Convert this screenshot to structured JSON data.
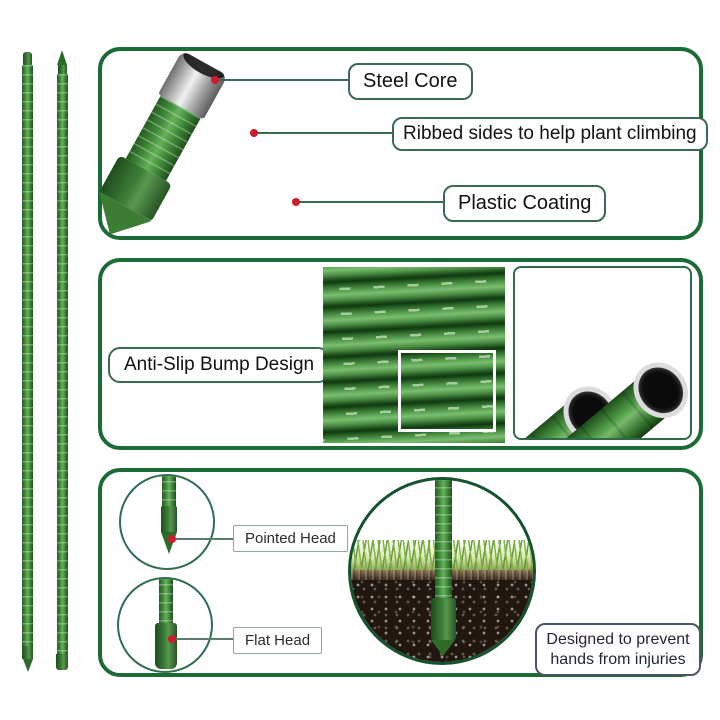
{
  "title": "Garden plant stake feature infographic",
  "colors": {
    "panel_border": "#1a6b35",
    "callout_border": "#3a6b52",
    "dot_red": "#cf1b2b",
    "stake_green_dark": "#245b21",
    "stake_green_light": "#67b15c",
    "soil_dark": "#201710",
    "steel_silver": "#c9c9c9"
  },
  "tip_panel": {
    "labels": [
      {
        "text": "Steel Core"
      },
      {
        "text": "Ribbed sides to help plant climbing"
      },
      {
        "text": "Plastic Coating"
      }
    ]
  },
  "grip_panel": {
    "label": "Anti-Slip Bump Design"
  },
  "head_panel": {
    "pointed_label": "Pointed Head",
    "flat_label": "Flat Head",
    "note": "Designed to prevent hands from injuries"
  }
}
